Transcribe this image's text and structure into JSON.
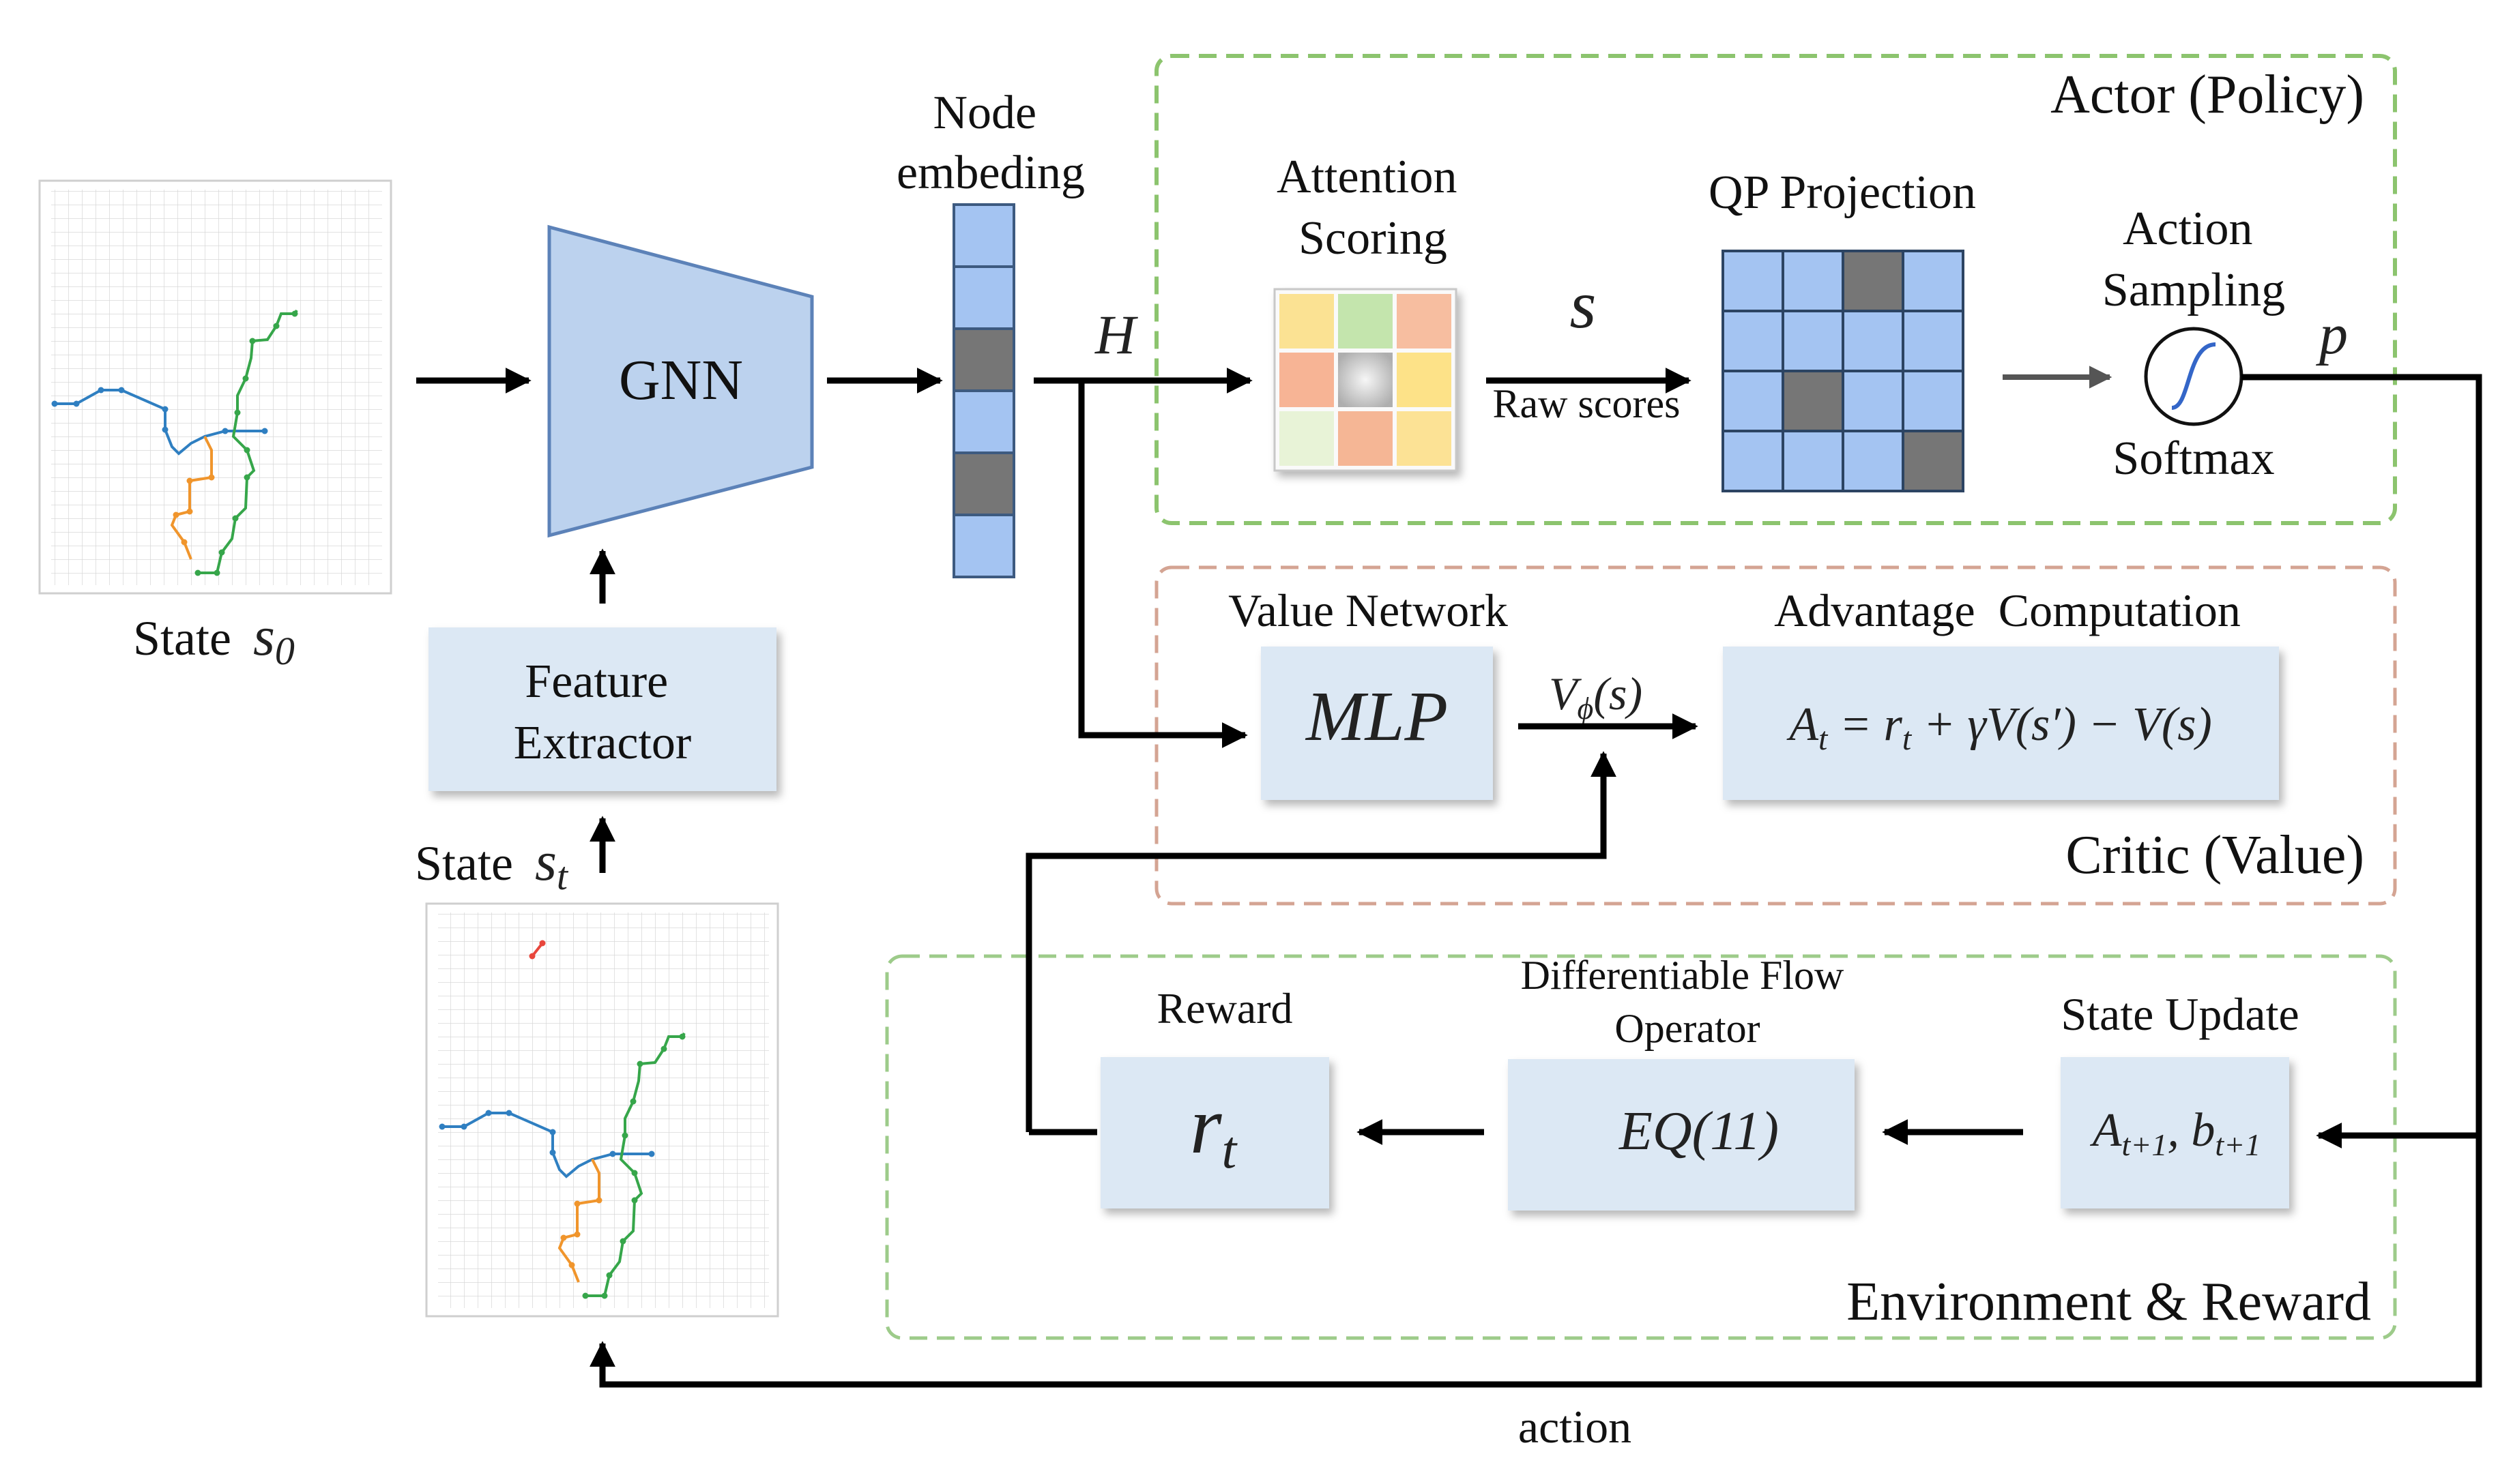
{
  "colors": {
    "actor_border": "#8cc46e",
    "critic_border": "#d4a493",
    "env_border": "#9dcb8a",
    "box_fill": "#dce8f4",
    "cell_blue": "#a4c4f2",
    "cell_gray": "#767676",
    "gnn_fill": "#bcd2ee",
    "gnn_stroke": "#5c82b8",
    "arrow": "#000000",
    "route_blue": "#2f7fc1",
    "route_orange": "#f0952c",
    "route_green": "#36a64a",
    "route_red": "#e8463c"
  },
  "labels": {
    "state_s0_prefix": "State",
    "state_s0_var": "s",
    "state_s0_sub": "0",
    "state_st_prefix": "State",
    "state_st_var": "s",
    "state_st_sub": "t",
    "gnn": "GNN",
    "feature_extractor_line1": "Feature",
    "feature_extractor_line2": "Extractor",
    "node_embedding_line1": "Node",
    "node_embedding_line2": "embeding",
    "h": "H",
    "actor_title": "Actor (Policy)",
    "attention_line1": "Attention",
    "attention_line2": "Scoring",
    "s_symbol": "s",
    "raw_scores": "Raw scores",
    "qp_projection": "QP Projection",
    "action_sampling_line1": "Action",
    "action_sampling_line2": "Sampling",
    "p": "p",
    "softmax": "Softmax",
    "critic_title": "Critic (Value)",
    "value_network": "Value Network",
    "mlp": "MLP",
    "v_phi": "V",
    "v_phi_sub": "ϕ",
    "v_phi_arg": "(s)",
    "advantage_computation": "Advantage  Computation",
    "advantage_formula": "A",
    "advantage_formula_sub": "t",
    "advantage_formula_rest": " = r",
    "advantage_formula_rest_sub": "t",
    "advantage_formula_tail": " + γV(s′) − V(s)",
    "env_title": "Environment & Reward",
    "reward": "Reward",
    "reward_symbol": "r",
    "reward_sub": "t",
    "diff_flow_line1": "Differentiable Flow",
    "diff_flow_line2": "Operator",
    "eq11": "EQ(11)",
    "state_update": "State Update",
    "state_update_A": "A",
    "state_update_A_sub": "t+1",
    "state_update_b": ", b",
    "state_update_b_sub": "t+1",
    "action": "action"
  },
  "node_embedding_cells": [
    "blue",
    "blue",
    "gray",
    "blue",
    "gray",
    "blue"
  ],
  "qp_grid": [
    [
      "blue",
      "blue",
      "gray",
      "blue"
    ],
    [
      "blue",
      "blue",
      "blue",
      "blue"
    ],
    [
      "blue",
      "gray",
      "blue",
      "blue"
    ],
    [
      "blue",
      "blue",
      "blue",
      "gray"
    ]
  ],
  "attention_grid": [
    [
      "#fbe08a",
      "#bfe3a6",
      "#f6b898"
    ],
    [
      "#f6ae8c",
      "#d2d2d2",
      "#fde07e"
    ],
    [
      "#e6f2d4",
      "#f4b08c",
      "#fce08c"
    ]
  ]
}
